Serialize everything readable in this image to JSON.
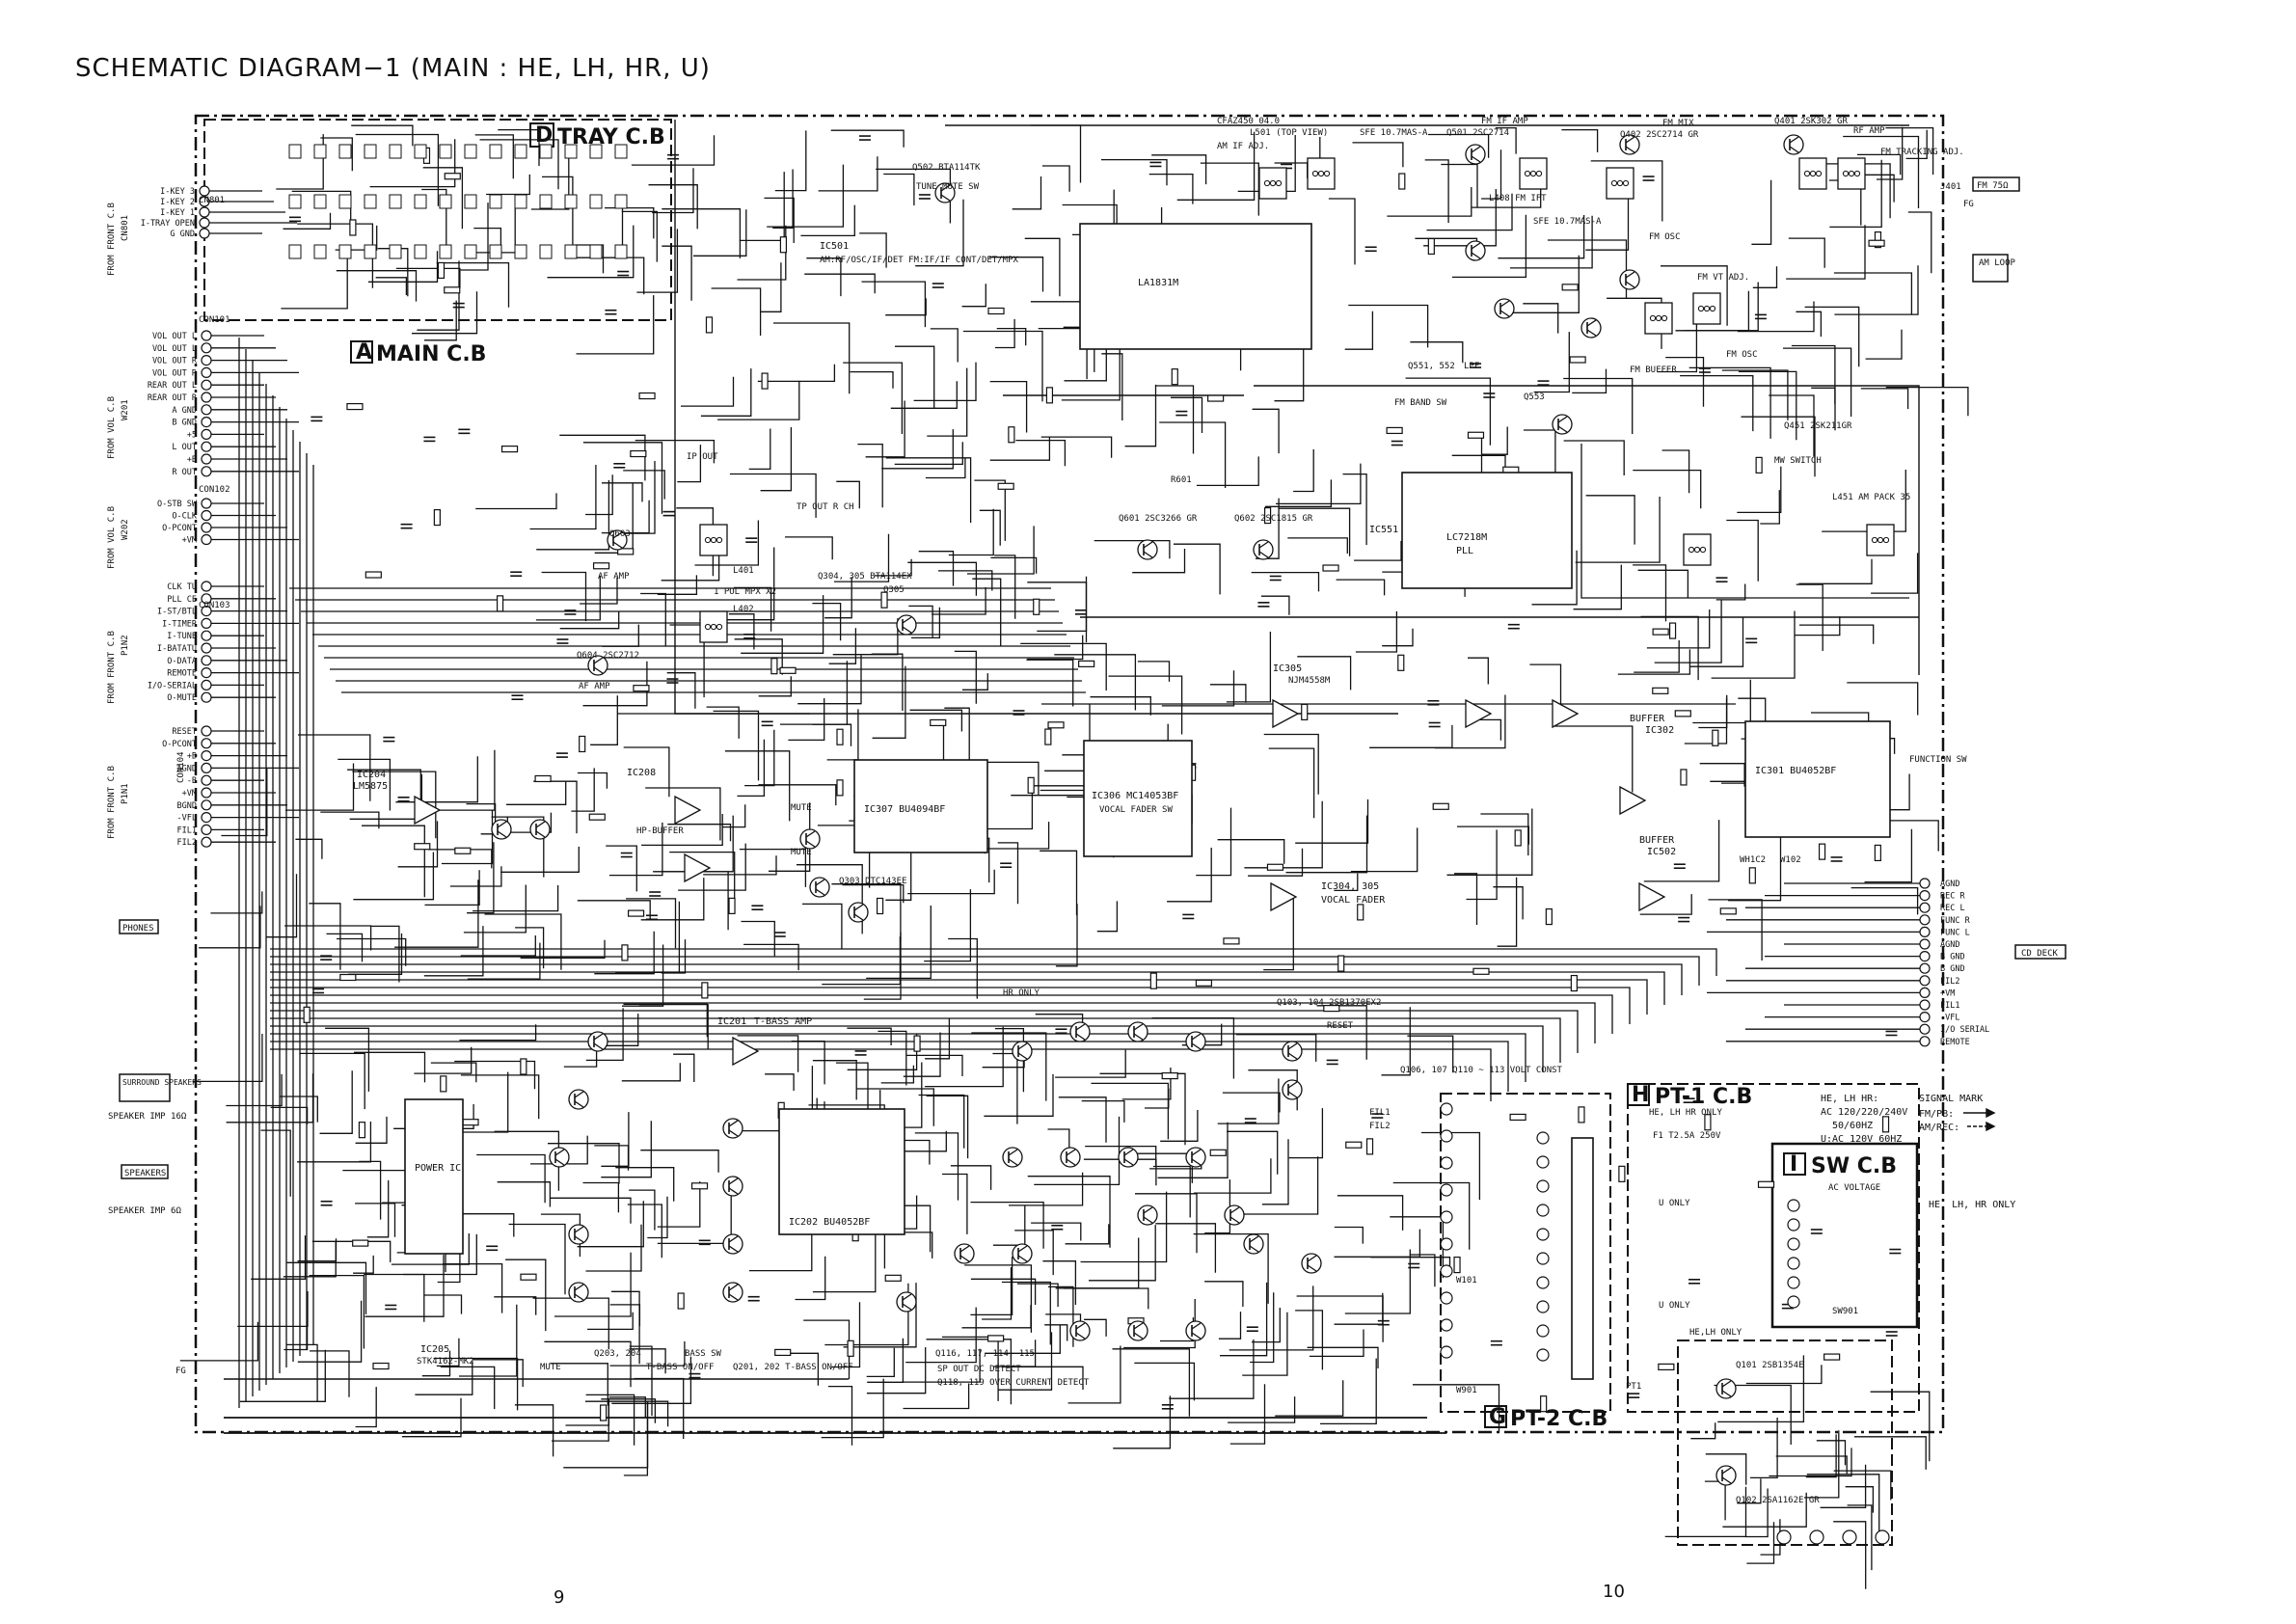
{
  "document": {
    "title": "SCHEMATIC DIAGRAM−1 (MAIN : HE, LH, HR, U)",
    "page_left": "9",
    "page_right": "10"
  },
  "boards": {
    "tray_letter": "D",
    "tray": "TRAY C.B",
    "main_letter": "A",
    "main": "MAIN C.B",
    "pt1_letter": "H",
    "pt1": "PT-1 C.B",
    "sw_letter": "I",
    "sw": "SW C.B",
    "pt2_letter": "G",
    "pt2": "PT-2 C.B"
  },
  "connectors": {
    "tray": {
      "side": "FROM FRONT C.B",
      "name": "CN801",
      "pins": [
        "I-KEY 3",
        "I-KEY 2",
        "I-KEY 1",
        "I-TRAY OPEN",
        "G GND"
      ]
    },
    "vol": {
      "side": "FROM VOL C.B",
      "name": "W201",
      "header": "CON101",
      "pins": [
        "VOL OUT L",
        "VOL OUT L",
        "VOL OUT R",
        "VOL OUT R",
        "REAR OUT L",
        "REAR OUT R",
        "A GND",
        "B GND",
        "+5",
        "L OUT",
        "+B",
        "R OUT"
      ]
    },
    "vol2": {
      "side": "FROM VOL C.B",
      "name": "W202",
      "header": "CON102",
      "pins": [
        "O-STB SW",
        "O-CLK",
        "O-PCONT",
        "+VM"
      ]
    },
    "front1": {
      "side": "FROM FRONT C.B",
      "name": "P1N2",
      "header": "CON103",
      "pins": [
        "CLK TU",
        "PLL CE",
        "I-ST/BTL",
        "I-TIMER",
        "I-TUNE",
        "I-BATATU",
        "O-DATA",
        "REMOTE",
        "I/O-SERIAL",
        "O-MUTE"
      ]
    },
    "front2": {
      "side": "FROM FRONT C.B",
      "name": "P1N1",
      "header": "CON104",
      "pins": [
        "RESET",
        "O-PCONT",
        "+B",
        "AGND",
        "-B",
        "+VM",
        "BGND",
        "-VFL",
        "FIL1",
        "FIL2"
      ]
    },
    "deck": {
      "name": "W102",
      "header": "WH1C2",
      "target": "CD DECK",
      "pins": [
        "AGND",
        "REC R",
        "REC L",
        "FUNC R",
        "FUNC L",
        "AGND",
        "B GND",
        "B GND",
        "FIL2",
        "+VM",
        "FIL1",
        "-VFL",
        "I/O SERIAL",
        "REMOTE"
      ]
    },
    "phones": "PHONES",
    "surround": "SURROUND SPEAKERS",
    "speakers": "SPEAKERS",
    "imp_16": "SPEAKER IMP 16Ω",
    "imp_6": "SPEAKER IMP 6Ω",
    "fm_antenna": "FM 75Ω",
    "am_loop": "AM LOOP",
    "j401": "J401",
    "fg": "FG"
  },
  "ics": {
    "ic501": "IC501",
    "ic501_note": "AM:RF/OSC/IF/DET FM:IF/IF CONT/DET/MPX",
    "la1831m": "LA1831M",
    "ic551": "IC551",
    "lc7218m": "LC7218M",
    "pll": "PLL",
    "ic307": "IC307 BU4094BF",
    "ic306": "IC306 MC14053BF",
    "ic306_fn": "VOCAL FADER SW",
    "ic301": "IC301 BU4052BF",
    "function_sw": "FUNCTION SW",
    "ic305": "IC305",
    "ic304_305": "IC304, 305",
    "vocal_fader": "VOCAL FADER",
    "njm4558m": "NJM4558M",
    "buffer": "BUFFER",
    "ic302": "IC302",
    "ic502": "IC502",
    "ic204": "IC204",
    "lm5875": "LM5875",
    "ic208": "IC208",
    "hp_buffer": "HP-BUFFER",
    "ic201": "IC201",
    "tbass_amp": "T-BASS AMP",
    "ic202": "IC202 BU4052BF",
    "ic205": "IC205",
    "stk": "STK4162-MK2",
    "power_ic": "POWER IC"
  },
  "labels": {
    "tone_mute": "TUNE MUTE SW",
    "q502": "Q502 BTA114TK",
    "cfaz": "CFAZ450 04.0",
    "l501": "L501 (TOP VIEW)",
    "am_if_adj": "AM IF ADJ.",
    "sfe1": "SFE 10.7MAS-A",
    "fm_if_amp": "FM IF AMP",
    "q501": "Q501 2SC2714",
    "l408": "L408 FM IFT",
    "sfe2": "SFE 10.7MAS-A",
    "q402": "Q402 2SC2714 GR",
    "fm_mix": "FM MIX",
    "q401": "Q401 2SK302 GR",
    "rf_amp": "RF AMP",
    "fm_tracking": "FM TRACKING ADJ.",
    "fm_osc": "FM OSC",
    "fm_vt_adj": "FM VT ADJ.",
    "fm_buffer": "FM BUFFER",
    "q551": "Q551, 552",
    "lpf": "LPF",
    "fm_band_sw": "FM BAND SW",
    "q553": "Q553",
    "mw_switch": "MW SWITCH",
    "q451": "Q451 2SK211GR",
    "l451": "L451 AM PACK 35",
    "q601": "Q601 2SC3266 GR",
    "q602": "Q602 2SC1815 GR",
    "r601": "R601",
    "ip_out": "IP OUT",
    "tp_out": "TP OUT R CH",
    "l401": "L401",
    "mpx": "1 POL MPX X2",
    "l402": "L402",
    "af_amp1": "AF AMP",
    "q603": "Q603",
    "q604": "Q604 2SC2712",
    "af_amp2": "AF AMP",
    "q304": "Q304, 305 BTA114EX",
    "q305": "Q305",
    "q303": "Q303 DTC143EE",
    "mute1": "MUTE",
    "mute2": "MUTE",
    "hr_only": "HR ONLY",
    "reset": "RESET",
    "q103": "Q103, 104 2SB1370EX2",
    "q106_107": "Q106, 107 Q110 ~ 113 VOLT CONST",
    "sp_out_dc": "SP OUT DC DETECT",
    "over_current": "Q118, 119 OVER CURRENT DETECT",
    "q116": "Q116, 117, 114, 115",
    "q203_204": "Q203, 204",
    "bass_sw": "BASS SW",
    "q201_202": "Q201, 202 T-BASS ON/OFF",
    "mute_row": "MUTE",
    "tbass_onoff": "T-BASS ON/OFF",
    "q101": "Q101 2SB1354E",
    "q102": "Q102 2SA1162E GR",
    "he_lh_only": "HE,LH ONLY",
    "he_lh_hr_only": "HE, LH HR ONLY",
    "u_only1": "U ONLY",
    "u_only2": "U ONLY",
    "ac_volt": "AC VOLTAGE",
    "sw901": "SW901",
    "pt1_ref": "PT1",
    "f1": "F1 T2.5A 250V",
    "w101": "W101",
    "w901": "W901",
    "fil1": "FIL1",
    "fil2": "FIL2",
    "pt1_power_he": "HE, LH HR:",
    "pt1_power_1": "AC 120/220/240V",
    "pt1_power_2": "50/60HZ",
    "pt1_power_3": "U:AC 120V 60HZ",
    "signal_mark": "SIGNAL MARK",
    "fm_pb": "FM/PB:",
    "am_rec": "AM/REC:",
    "sw_he_lh_hr": "HE, LH, HR ONLY"
  },
  "colors": {
    "ink": "#111111",
    "paper": "#ffffff"
  }
}
